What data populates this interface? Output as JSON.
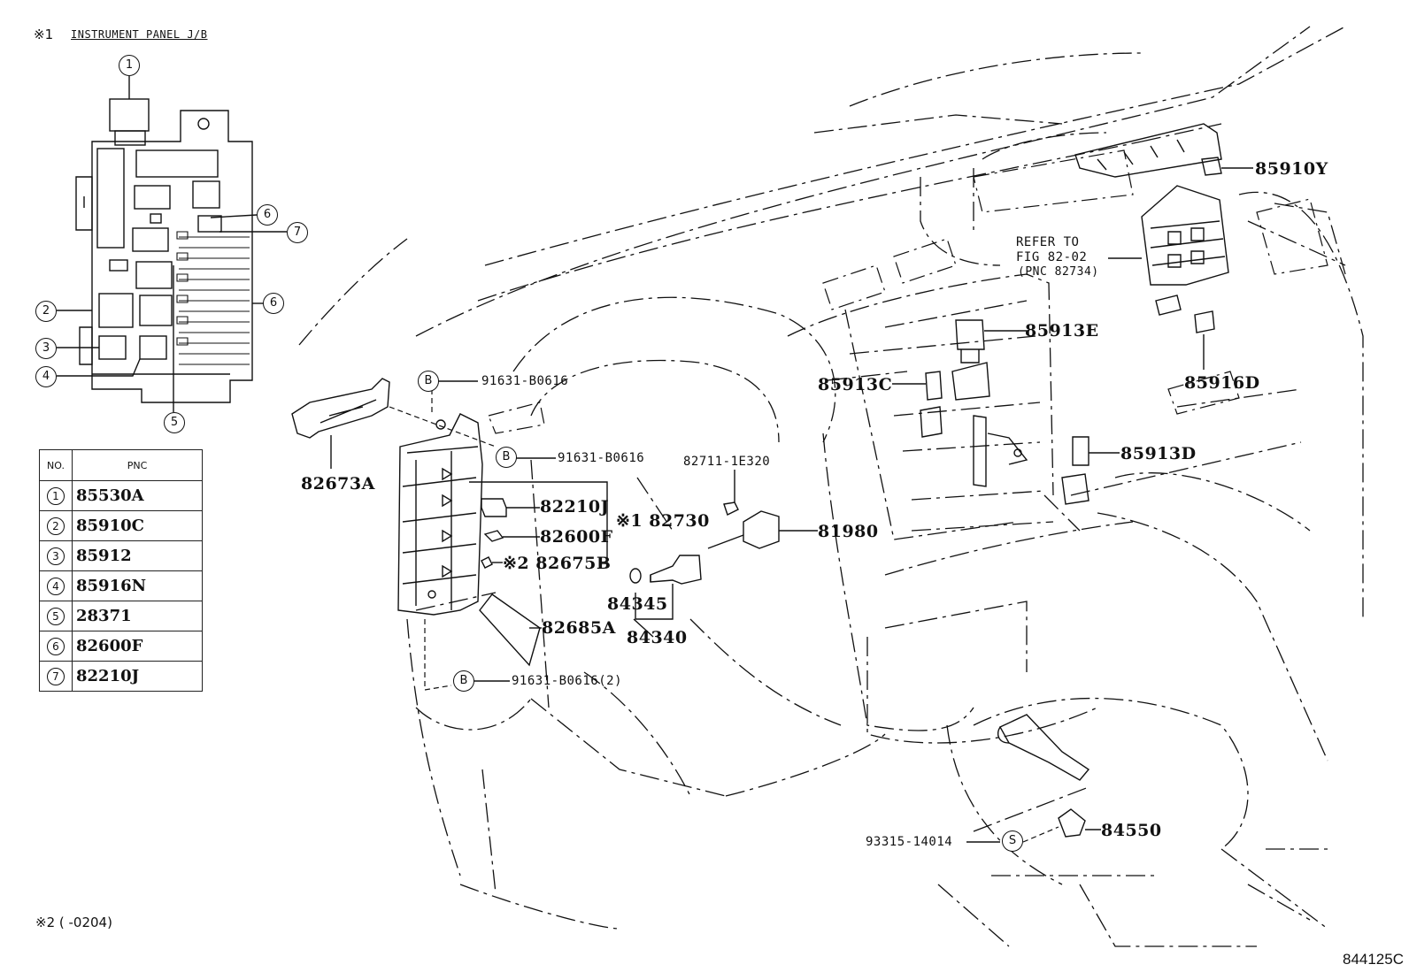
{
  "header": {
    "mark": "※1",
    "title": "INSTRUMENT PANEL J/B"
  },
  "jb_callouts": [
    "1",
    "2",
    "3",
    "4",
    "5",
    "6",
    "7",
    "6"
  ],
  "table": {
    "col_no": "NO.",
    "col_pnc": "PNC",
    "rows": [
      {
        "no": "1",
        "pnc": "85530A"
      },
      {
        "no": "2",
        "pnc": "85910C"
      },
      {
        "no": "3",
        "pnc": "85912"
      },
      {
        "no": "4",
        "pnc": "85916N"
      },
      {
        "no": "5",
        "pnc": "28371"
      },
      {
        "no": "6",
        "pnc": "82600F"
      },
      {
        "no": "7",
        "pnc": "82210J"
      }
    ]
  },
  "parts": {
    "p82673A": "82673A",
    "p91631_1": "91631-B0616",
    "p91631_2": "91631-B0616",
    "p91631_3": "91631-B0616(2)",
    "p82210J": "82210J",
    "p82600F": "82600F",
    "p82675B": "※2 82675B",
    "p82730": "※1 82730",
    "p82685A": "82685A",
    "p82711": "82711-1E320",
    "p81980": "81980",
    "p84345": "84345",
    "p84340": "84340",
    "p85913E": "85913E",
    "p85913C": "85913C",
    "p85913D": "85913D",
    "p85916D": "85916D",
    "p85910Y": "85910Y",
    "refer_1": "REFER TO",
    "refer_2": "FIG 82-02",
    "refer_3": "(PNC 82734)",
    "p93315": "93315-14014",
    "p84550": "84550"
  },
  "bolt_marks": {
    "b": "B",
    "s": "S"
  },
  "footnote": "※2 (      -0204)",
  "figure_code": "844125C"
}
